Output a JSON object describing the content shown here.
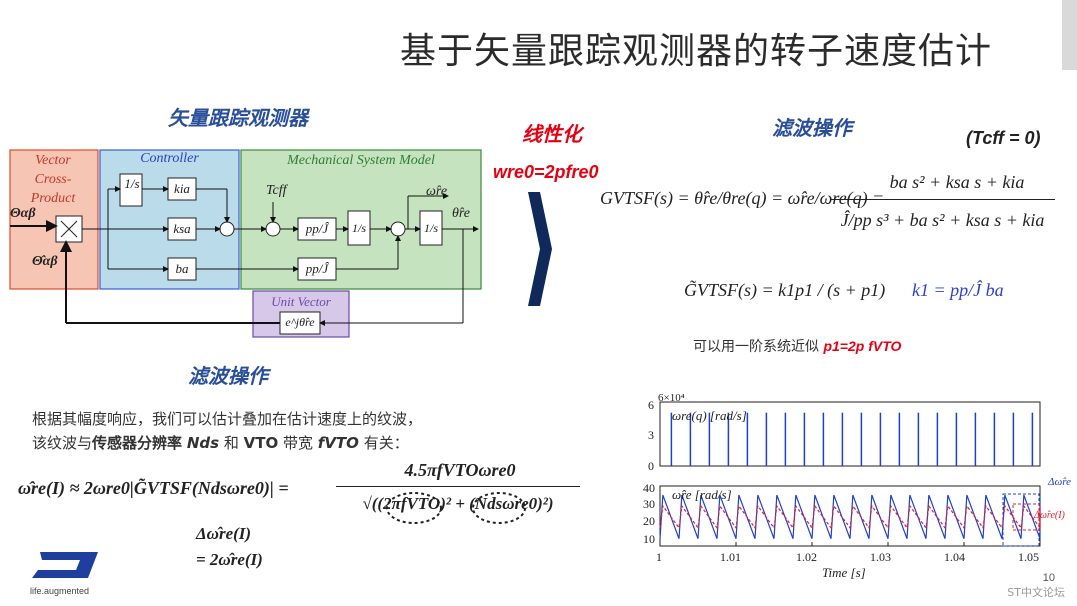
{
  "slide": {
    "title": "基于矢量跟踪观测器的转子速度估计",
    "page_number": "10",
    "watermark": "ST中文论坛",
    "logo_tagline": "life.augmented"
  },
  "left_top": {
    "heading": "矢量跟踪观测器",
    "diagram": {
      "box_vector": [
        "Vector",
        "Cross-",
        "Product"
      ],
      "box_controller": "Controller",
      "box_mech": "Mechanical System Model",
      "box_unit": "Unit Vector",
      "in_theta": "Θαβ",
      "in_theta_hat": "Θ̂αβ",
      "blk_int1": "1/s",
      "blk_kia": "kia",
      "blk_ksa": "ksa",
      "blk_ba": "ba",
      "blk_ppj1": "pp/Ĵ",
      "blk_ppj2": "pp/Ĵ",
      "blk_int2": "1/s",
      "blk_int3": "1/s",
      "blk_exp": "e^jθ̂re",
      "sig_tcff": "Tcff",
      "sig_omega": "ω̂re",
      "sig_theta": "θ̂re"
    }
  },
  "linear": {
    "heading": "线性化",
    "eq": "wre0=2pfre0"
  },
  "right_top": {
    "heading": "滤波操作",
    "tcff": "(Tcff = 0)",
    "eq1_lhs": "GVTSF(s) = θ̂re/θre(q) = ω̂re/ωre(q) =",
    "eq1_num": "ba s² + ksa s + kia",
    "eq1_den": "Ĵ/pp s³ + ba s² + ksa s + kia",
    "eq2": "G̃VTSF(s) = k1p1 / (s + p1)",
    "eq3": "k1 = pp/Ĵ ba",
    "note_prefix": "可以用一阶系统近似",
    "note_eq": "p1=2p fVTO"
  },
  "left_bottom": {
    "heading": "滤波操作",
    "text1": "根据其幅度响应，我们可以估计叠加在估计速度上的纹波，",
    "text2_a": "该纹波与",
    "text2_b": "传感器分辨率",
    "text2_c": "Nds",
    "text2_d": "和",
    "text2_e": "VTO",
    "text2_f": "带宽",
    "text2_g": "fVTO",
    "text2_h": "有关：",
    "formula_lhs": "ω̂re(I) ≈ 2ωre0|G̃VTSF(Ndsωre0)| =",
    "formula_num": "4.5πfVTOωre0",
    "formula_den": "√((2πfVTO)² + (Ndsωre0)²)",
    "delta1": "Δω̂re(I)",
    "delta2": "= 2ω̂re(I)"
  },
  "plots": {
    "top": {
      "scale": "6×10⁴",
      "ylabel": "ωre(q)  [rad/s]",
      "yticks": [
        "6",
        "3",
        "0"
      ]
    },
    "bottom": {
      "ylabel": "ω̂re  [rad/s]",
      "yticks": [
        "40",
        "30",
        "20",
        "10"
      ],
      "xticks": [
        "1",
        "1.01",
        "1.02",
        "1.03",
        "1.04",
        "1.05"
      ],
      "xlabel": "Time [s]",
      "ann1": "Δω̂re",
      "ann2": "Δω̂re(I)"
    }
  },
  "chart_data": [
    {
      "type": "line",
      "title": "",
      "xlabel": "",
      "ylabel": "ωre(q) [rad/s]",
      "xlim": [
        1,
        1.05
      ],
      "ylim": [
        0,
        60000
      ],
      "series": [
        {
          "values_note_x": [
            1.0015,
            1.004,
            1.0065,
            1.009,
            1.0115,
            1.014,
            1.0165,
            1.019,
            1.0215,
            1.024,
            1.0265,
            1.029,
            1.0315,
            1.034,
            1.0365,
            1.039,
            1.0415,
            1.044,
            1.0465,
            1.049
          ],
          "peak": 50000
        }
      ]
    },
    {
      "type": "line",
      "title": "",
      "xlabel": "Time [s]",
      "ylabel": "ω̂re [rad/s]",
      "xlim": [
        1,
        1.05
      ],
      "ylim": [
        7,
        40
      ],
      "period": 0.0025,
      "series": [
        {
          "color": "#1f3fd0",
          "min": 11,
          "max": 35
        },
        {
          "color": "#e02030",
          "min": 17,
          "max": 29
        }
      ]
    }
  ]
}
